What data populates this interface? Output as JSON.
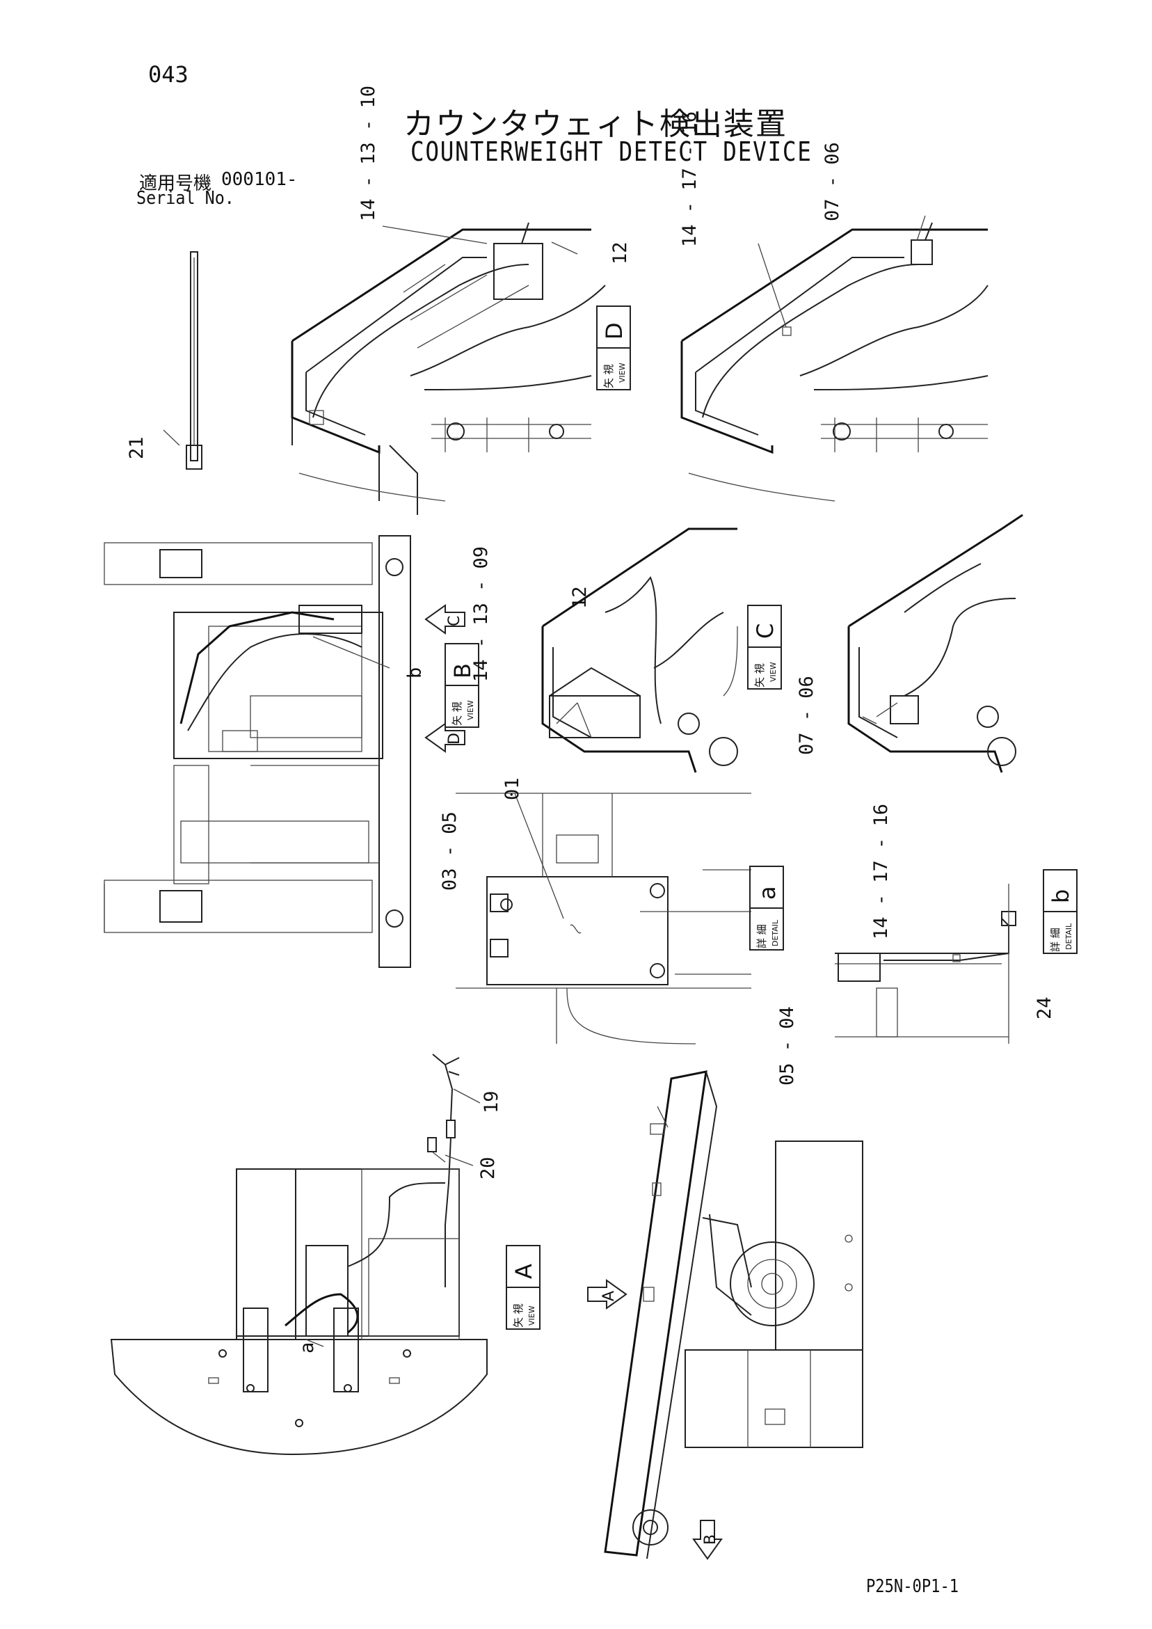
{
  "page_number": "043",
  "title_jp": "カウンタウェィト検出装置",
  "title_en": "COUNTERWEIGHT DETECT DEVICE",
  "serial": {
    "label_jp": "適用号機",
    "label_en": "Serial No.",
    "value": "000101-"
  },
  "sheet_code": "P25N-0P1-1",
  "views": {
    "view_d": {
      "jp": "矢 視",
      "en": "VIEW",
      "letter": "D"
    },
    "view_b": {
      "jp": "矢 視",
      "en": "VIEW",
      "letter": "B"
    },
    "view_c": {
      "jp": "矢 視",
      "en": "VIEW",
      "letter": "C"
    },
    "view_a": {
      "jp": "矢 視",
      "en": "VIEW",
      "letter": "A"
    },
    "detail_a": {
      "jp": "詳 細",
      "en": "DETAIL",
      "letter": "a"
    },
    "detail_b": {
      "jp": "詳 細",
      "en": "DETAIL",
      "letter": "b"
    }
  },
  "callouts": {
    "d_left": "14 - 13 - 10",
    "d_12": "12",
    "d_right": "14 - 17 - 16",
    "d_0706": "07 - 06",
    "tie_21": "21",
    "b_label": "b",
    "c_left": "14 - 13 - 09",
    "c_12": "12",
    "c_0706": "07 - 06",
    "a_01": "01",
    "a_0305": "03 - 05",
    "a_0504": "05 - 04",
    "b_141716": "14 - 17 - 16",
    "b_24": "24",
    "h_19": "19",
    "h_20": "20",
    "a_label": "a"
  },
  "arrows": {
    "c": "C",
    "d": "D",
    "a": "A",
    "b": "B"
  }
}
